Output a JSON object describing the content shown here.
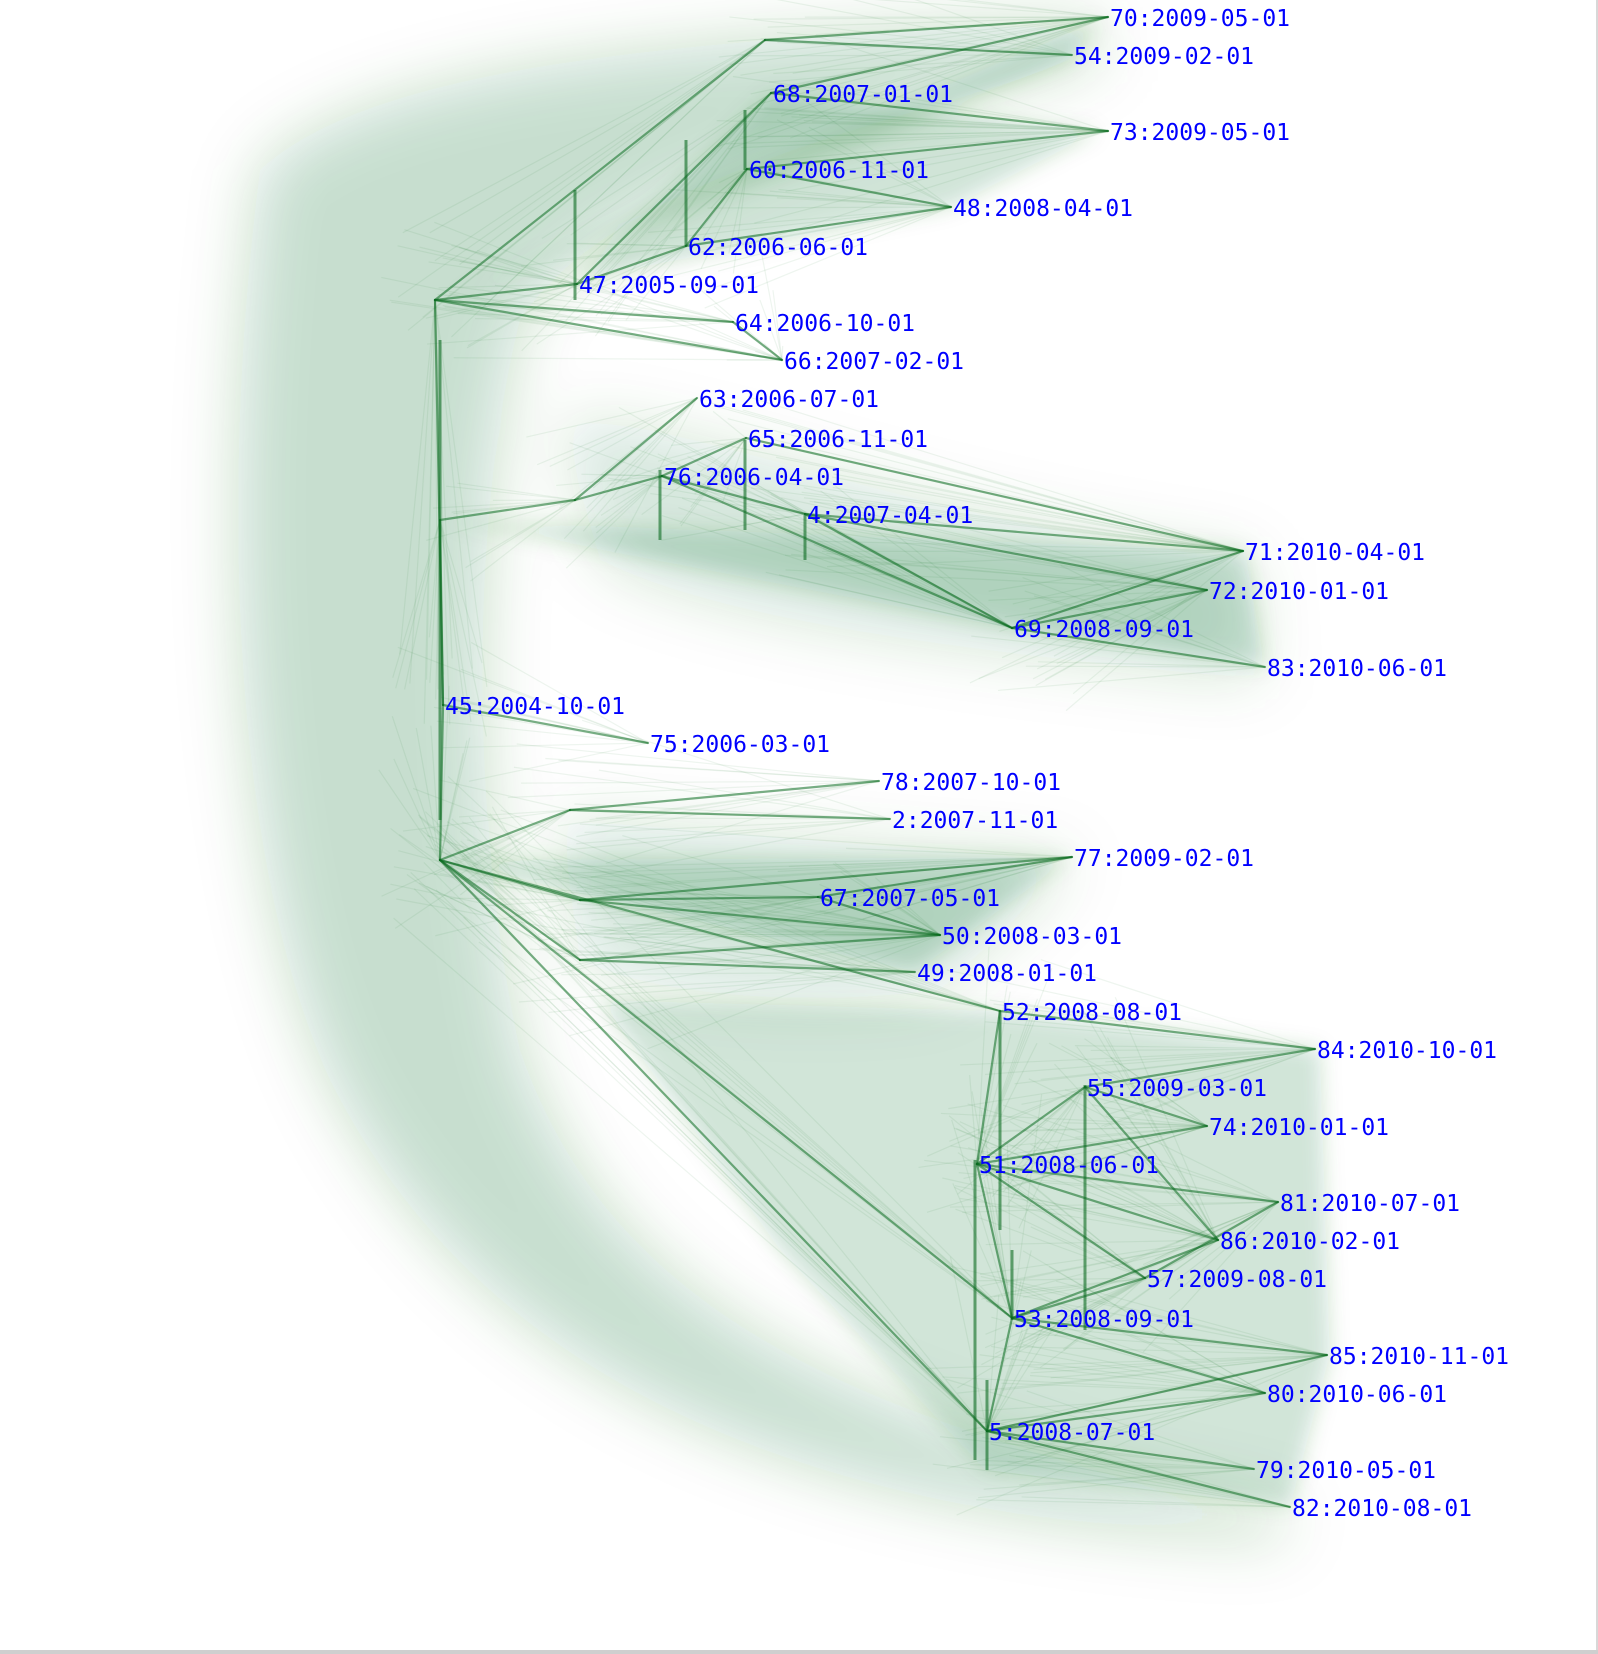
{
  "colors": {
    "background": "#ffffff",
    "branch": "#0a6b1f",
    "label": "#0000ff"
  },
  "tree": {
    "root": "45:2004-10-01",
    "labels": [
      "70:2009-05-01",
      "54:2009-02-01",
      "68:2007-01-01",
      "73:2009-05-01",
      "60:2006-11-01",
      "48:2008-04-01",
      "62:2006-06-01",
      "47:2005-09-01",
      "64:2006-10-01",
      "66:2007-02-01",
      "63:2006-07-01",
      "65:2006-11-01",
      "76:2006-04-01",
      "4:2007-04-01",
      "71:2010-04-01",
      "72:2010-01-01",
      "69:2008-09-01",
      "83:2010-06-01",
      "45:2004-10-01",
      "75:2006-03-01",
      "78:2007-10-01",
      "2:2007-11-01",
      "77:2009-02-01",
      "67:2007-05-01",
      "50:2008-03-01",
      "49:2008-01-01",
      "52:2008-08-01",
      "84:2010-10-01",
      "55:2009-03-01",
      "74:2010-01-01",
      "51:2008-06-01",
      "81:2010-07-01",
      "86:2010-02-01",
      "57:2009-08-01",
      "53:2008-09-01",
      "85:2010-11-01",
      "80:2010-06-01",
      "5:2008-07-01",
      "79:2010-05-01",
      "82:2010-08-01"
    ]
  }
}
